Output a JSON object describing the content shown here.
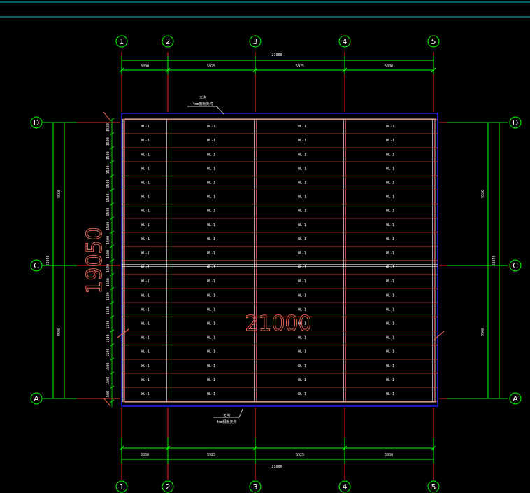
{
  "colors": {
    "background": "#000000",
    "dimension": "#00ff00",
    "axis_line": "#ff2020",
    "frame_line": "#2020ff",
    "purlin": "#e06050",
    "beam": "#c8c8c8",
    "text": "#ffffff",
    "top_rule": "#00c0c0"
  },
  "grid_axes": {
    "columns": [
      "1",
      "2",
      "3",
      "4",
      "5"
    ],
    "rows": [
      "D",
      "C",
      "A"
    ]
  },
  "dimensions": {
    "top_segments": [
      "3000",
      "5925",
      "5925",
      "5800"
    ],
    "top_total": "21000",
    "bottom_segments": [
      "3000",
      "5925",
      "5925",
      "5800"
    ],
    "bottom_total": "21000",
    "left_segments": [
      "9550",
      "9500"
    ],
    "left_total": "19050",
    "right_segments": [
      "9550",
      "9500"
    ],
    "right_total": "19050",
    "big_width_label": "21000",
    "big_height_label": "19050"
  },
  "notes": {
    "top_note_line1": "天沟",
    "top_note_line2": "4mm钢板天沟",
    "bottom_note_line1": "天沟",
    "bottom_note_line2": "4mm钢板天沟"
  },
  "purlin_label": "WL-1",
  "purlin_spacing_label": "1500",
  "purlin_rows": 20
}
